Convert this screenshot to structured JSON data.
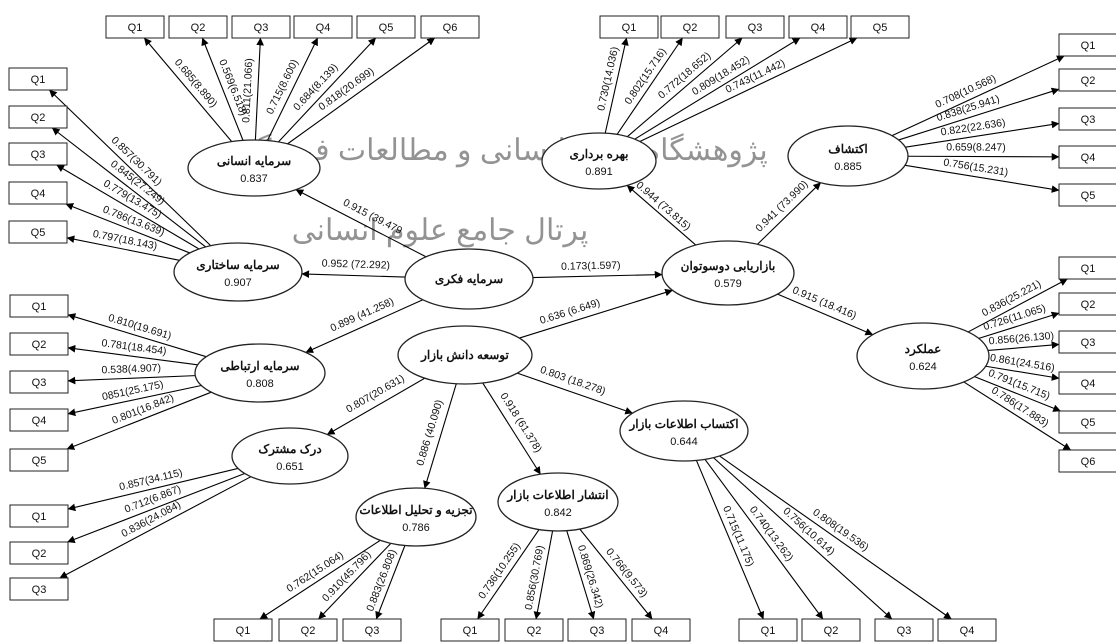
{
  "watermark": {
    "line1": "پژوهشگاه علوم انسانی و مطالعات فرهنگی",
    "line2": "پرتال جامع علوم انسانی"
  },
  "constructs": {
    "sarmaye_ensani": {
      "name": "سرمایه انسانی",
      "value": "0.837"
    },
    "sarmaye_sakhtari": {
      "name": "سرمایه ساختاری",
      "value": "0.907"
    },
    "sarmaye_ertebati": {
      "name": "سرمایه ارتباطی",
      "value": "0.808"
    },
    "sarmaye_fekri": {
      "name": "سرمایه فکری",
      "value": ""
    },
    "bahre_bardari": {
      "name": "بهره برداری",
      "value": "0.891"
    },
    "ekteshaf": {
      "name": "اکتشاف",
      "value": "0.885"
    },
    "bazaryabi": {
      "name": "بازاریابی دوسوتوان",
      "value": "0.579"
    },
    "amalkard": {
      "name": "عملکرد",
      "value": "0.624"
    },
    "tose_danesh": {
      "name": "توسعه دانش بازار",
      "value": ""
    },
    "dark_moshtarak": {
      "name": "درک مشترک",
      "value": "0.651"
    },
    "tajzie": {
      "name": "تجزیه و تحلیل اطلاعات",
      "value": "0.786"
    },
    "enteshar": {
      "name": "انتشار اطلاعات بازار",
      "value": "0.842"
    },
    "ektesab": {
      "name": "اکتساب اطلاعات بازار",
      "value": "0.644"
    }
  },
  "paths": {
    "fekri_ensani": "0.915 (39.479",
    "fekri_sakhtari": "0.952 (72.292)",
    "fekri_ertebati": "0.899 (41.258)",
    "fekri_bazaryabi": "0.173(1.597)",
    "danesh_bazaryabi": "0.636 (6.649)",
    "bahre_bazaryabi": "0.944 (73.815)",
    "ekteshaf_bazaryabi": "0.941 (73.990)",
    "bazaryabi_amalkard": "0.915 (18.416)",
    "danesh_dark": "0.807(20.631)",
    "danesh_tajzie": "0.886 (40.090)",
    "danesh_enteshar": "0.918 (61.378)",
    "danesh_ektesab": "0.803 (18.278)"
  },
  "indicators": {
    "ensani": {
      "boxes": [
        "Q1",
        "Q2",
        "Q3",
        "Q4",
        "Q5",
        "Q6"
      ],
      "loadings": [
        "0.685(8.890)",
        "0.569(6.518)",
        "0.811(21.066)",
        "0.715(8.600)",
        "0.684(8.139)",
        "0.818(20.699)"
      ]
    },
    "sakhtari": {
      "boxes": [
        "Q1",
        "Q2",
        "Q3",
        "Q4",
        "Q5"
      ],
      "loadings": [
        "0.857(30.791)",
        "0.845(27.249)",
        "0.779(13.475)",
        "0.786(13.639)",
        "0.797(18.143)"
      ]
    },
    "ertebati": {
      "boxes": [
        "Q1",
        "Q2",
        "Q3",
        "Q4",
        "Q5"
      ],
      "loadings": [
        "0.810(19.691)",
        "0.781(18.454)",
        "0.538(4.907)",
        "0851(25.175)",
        "0.801(16.842)"
      ]
    },
    "dark": {
      "boxes": [
        "Q1",
        "Q2",
        "Q3"
      ],
      "loadings": [
        "0.857(34.115)",
        "0.712(6.867)",
        "0.836(24.084)"
      ]
    },
    "tajzie": {
      "boxes": [
        "Q1",
        "Q2",
        "Q3"
      ],
      "loadings": [
        "0.762(15.064)",
        "0.910(45.796)",
        "0.883(26.808)"
      ]
    },
    "enteshar": {
      "boxes": [
        "Q1",
        "Q2",
        "Q3",
        "Q4"
      ],
      "loadings": [
        "0.736(10.255)",
        "0.856(30.769)",
        "0.869(26.342)",
        "0.766(9.573)"
      ]
    },
    "ektesab": {
      "boxes": [
        "Q1",
        "Q2",
        "Q3",
        "Q4"
      ],
      "loadings": [
        "0.715(11.175)",
        "0.740(13.262)",
        "0.756(10.614)",
        "0.808(19.536)"
      ]
    },
    "bahre": {
      "boxes": [
        "Q1",
        "Q2",
        "Q3",
        "Q4",
        "Q5"
      ],
      "loadings": [
        "0.730(14.036)",
        "0.802(15.716)",
        "0.772(18.652)",
        "0.809(18.452)",
        "0.743(11.442)"
      ]
    },
    "ekteshaf": {
      "boxes": [
        "Q1",
        "Q2",
        "Q3",
        "Q4",
        "Q5"
      ],
      "loadings": [
        "0.708(10.568)",
        "0.838(25.941)",
        "0.822(22.636)",
        "0.659(8.247)",
        "0.756(15.231)"
      ]
    },
    "amalkard": {
      "boxes": [
        "Q1",
        "Q2",
        "Q3",
        "Q4",
        "Q5",
        "Q6"
      ],
      "loadings": [
        "0.836(25.221)",
        "0.726(11.065)",
        "0.856(26.130)",
        "0.861(24.516)",
        "0.791(15.715)",
        "0.786(17.883)"
      ]
    }
  }
}
